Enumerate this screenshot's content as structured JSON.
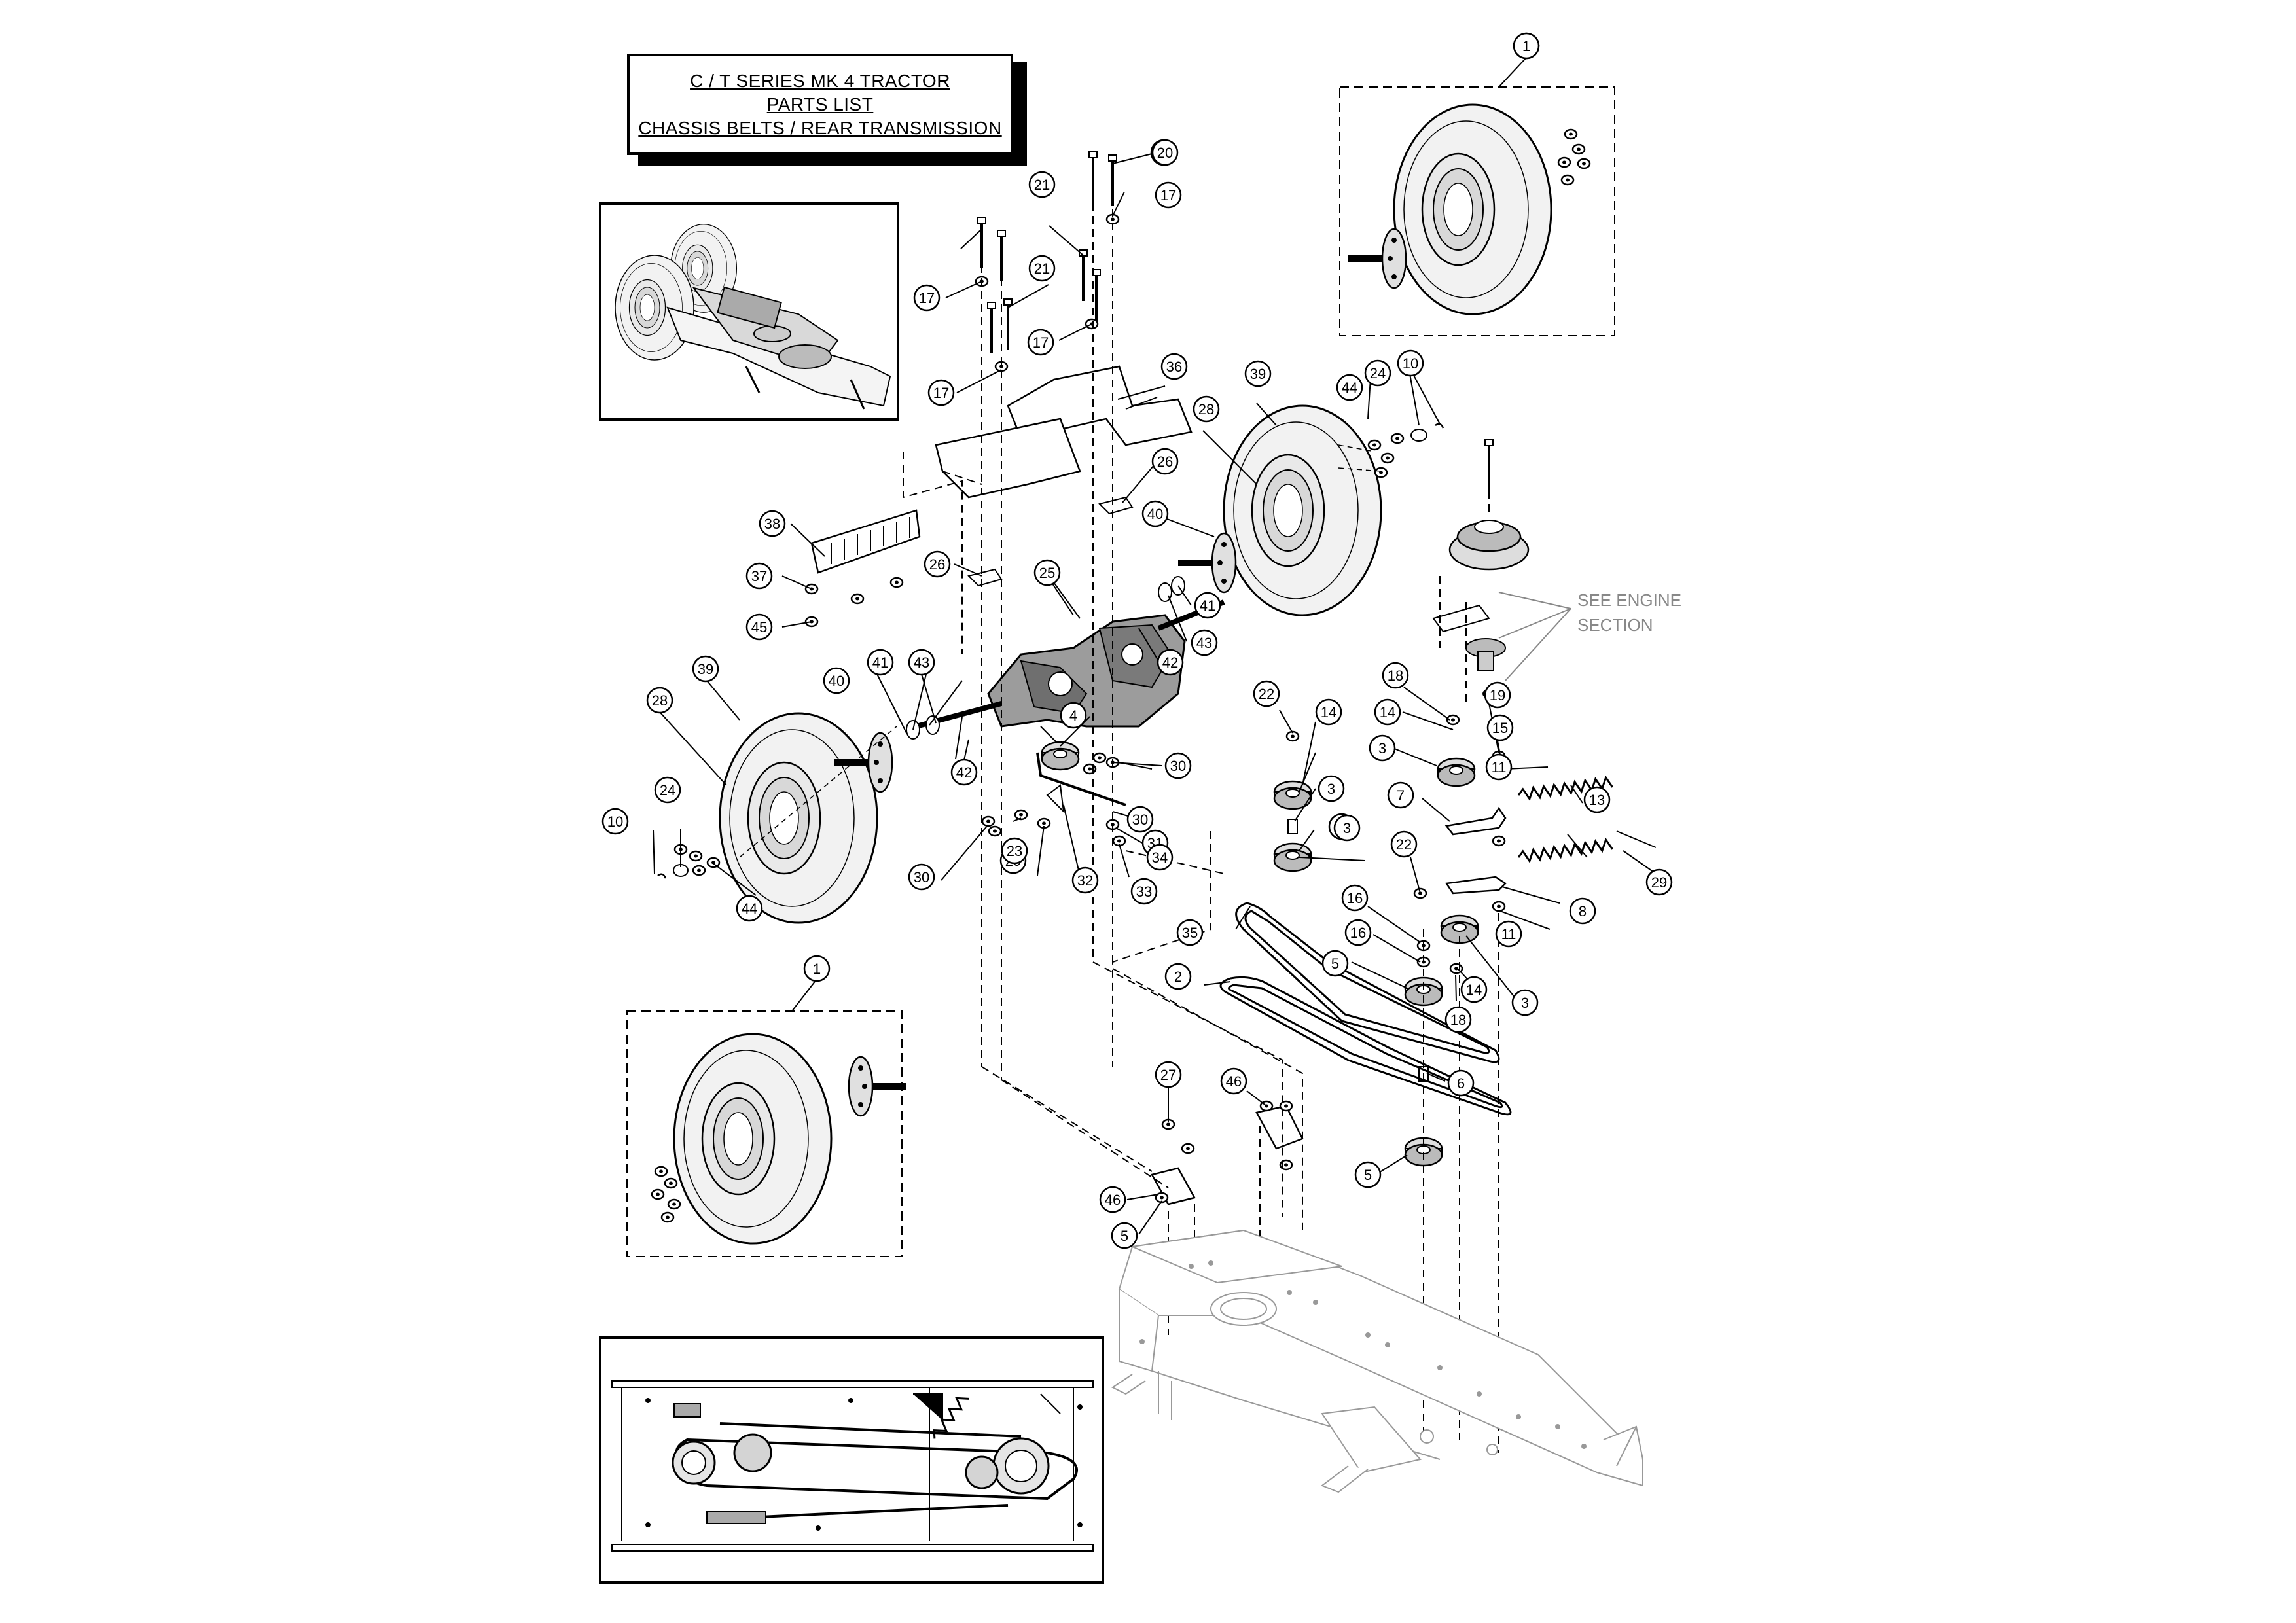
{
  "title": {
    "line1": "C / T SERIES MK 4 TRACTOR",
    "line2": "PARTS LIST",
    "line3": "CHASSIS BELTS / REAR TRANSMISSION"
  },
  "note": {
    "line1": "SEE ENGINE",
    "line2": "SECTION"
  },
  "callouts": [
    "1",
    "20",
    "17",
    "21",
    "20",
    "17",
    "21",
    "17",
    "36",
    "17",
    "39",
    "28",
    "44",
    "24",
    "10",
    "26",
    "38",
    "40",
    "26",
    "25",
    "37",
    "41",
    "45",
    "43",
    "42",
    "39",
    "28",
    "40",
    "41",
    "43",
    "22",
    "14",
    "18",
    "14",
    "3",
    "19",
    "15",
    "11",
    "4",
    "30",
    "42",
    "3",
    "6",
    "7",
    "13",
    "29",
    "30",
    "31",
    "10",
    "24",
    "30",
    "23",
    "32",
    "34",
    "33",
    "3",
    "22",
    "8",
    "29",
    "35",
    "16",
    "11",
    "16",
    "5",
    "14",
    "3",
    "18",
    "2",
    "6",
    "27",
    "46",
    "5",
    "46",
    "5",
    "1",
    "44",
    "1"
  ],
  "colors": {
    "line": "#000000",
    "muted": "#888888",
    "callout_fill": "#ffffff"
  }
}
